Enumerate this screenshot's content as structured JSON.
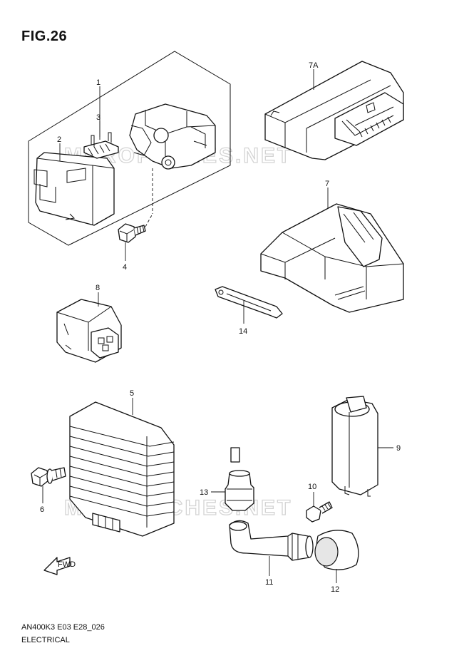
{
  "figure_title": "FIG.26",
  "footer": {
    "code": "AN400K3 E03 E28_026",
    "section_title": "ELECTRICAL"
  },
  "watermark": "MEROFTCHES.NET",
  "callouts": {
    "c1": "1",
    "c2": "2",
    "c3": "3",
    "c4": "4",
    "c5": "5",
    "c6": "6",
    "c7": "7",
    "c7a": "7A",
    "c8": "8",
    "c9": "9",
    "c10": "10",
    "c11": "11",
    "c12": "12",
    "c13": "13",
    "c14": "14"
  },
  "fwd_label": "FWD"
}
